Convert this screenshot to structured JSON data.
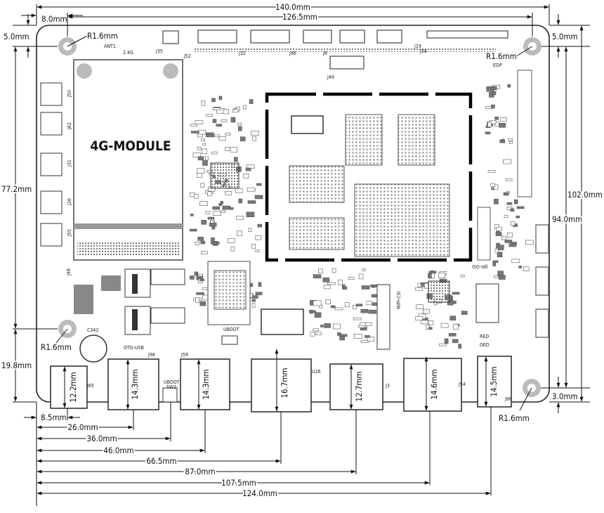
{
  "colors": {
    "board": "#ffffff",
    "ink": "#111111",
    "silk": "#555555",
    "pad": "#9a9a9a",
    "shield": "#000000",
    "chip": "#666666"
  },
  "dims_top": {
    "width_total": "140.0mm",
    "width_holes": "126.5mm",
    "hole_left_x": "8.0mm"
  },
  "dims_corners": {
    "top_left_y": "5.0mm",
    "top_right_y": "5.0mm",
    "bottom_right_y": "3.0mm"
  },
  "dims_right": {
    "height_total": "102.0mm",
    "height_holes": "94.0mm"
  },
  "dims_left": {
    "height_mid": "77.2mm",
    "height_low": "19.8mm"
  },
  "holes": {
    "top_left": "R1.6mm",
    "top_right": "R1.6mm",
    "bottom_left": "R1.6mm",
    "bottom_right": "R1.6mm"
  },
  "connector_heights": {
    "j65": "12.2mm",
    "j98": "14.3mm",
    "j59": "14.3mm",
    "u26": "16.7mm",
    "j3": "12.7mm",
    "j54": "14.6mm",
    "j86": "14.5mm"
  },
  "dims_bottom": {
    "d1": "8.5mm",
    "d2": "26.0mm",
    "d3": "36.0mm",
    "d4": "46.0mm",
    "d5": "66.5mm",
    "d6": "87.0mm",
    "d7": "107.5mm",
    "d8": "124.0mm"
  },
  "silk": {
    "module": "4G-MODULE",
    "ant1": "ANT1",
    "g24": "2.4G",
    "j35": "J35",
    "j52": "J52",
    "j32": "J32",
    "j46": "J46",
    "j8": "J8",
    "j19": "J19",
    "j58": "J58",
    "j49": "J49",
    "edp": "EDP",
    "j50": "J50",
    "j62": "J62",
    "j31": "J31",
    "j26": "J26",
    "j55": "J55",
    "j48": "J48",
    "c342": "C342",
    "otg": "OTG-USB",
    "j98": "J98",
    "uboot_sw": "UBOOT",
    "sw2": "SW2",
    "j59": "J59",
    "uboot": "UBOOT",
    "mipi": "MIPI-CSI",
    "j65": "J65",
    "u26": "U26",
    "j3": "J3",
    "j54": "J54",
    "j86": "J86",
    "red": "RED",
    "grd": "GED",
    "isp": "ISO-Idil"
  }
}
